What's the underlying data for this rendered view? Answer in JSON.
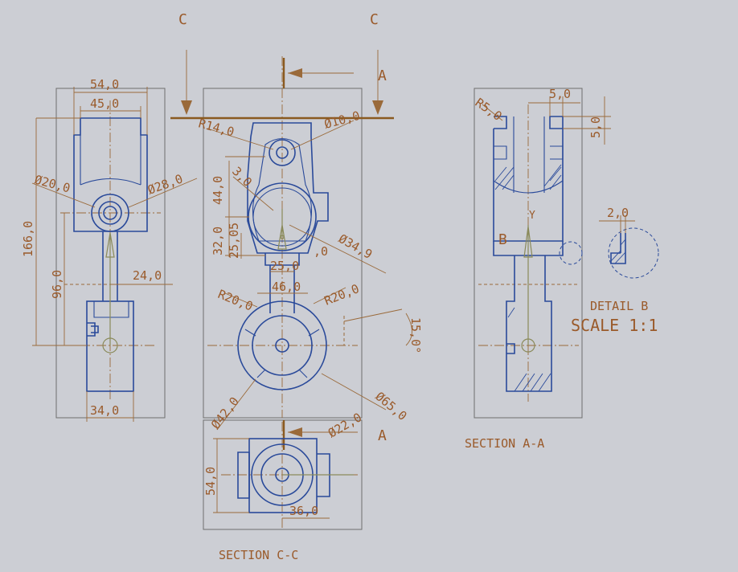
{
  "drawing": {
    "dims": {
      "d54": "54,0",
      "d45": "45,0",
      "d166": "166,0",
      "d96": "96,0",
      "dia20": "Ø20,0",
      "dia28": "Ø28,0",
      "d24": "24,0",
      "d34": "34,0",
      "r14": "R14,0",
      "dia10": "Ø10,0",
      "d44": "44,0",
      "d3": "3,0",
      "d32": "32,0",
      "d5": "5",
      "d25v": "25,0",
      "d25h": "25,0",
      "d0": ",0",
      "dia34": "Ø34,9",
      "d46": "46,0",
      "r20a": "R20,0",
      "r20b": "R20,0",
      "d15": "15,0°",
      "dia42": "Ø42,0",
      "dia22": "Ø22,0",
      "dia65": "Ø65,0",
      "d54b": "54,0",
      "d36": "36,0",
      "r5": "R5,0",
      "d5a": "5,0",
      "d5b": "5,0",
      "d2": "2,0"
    },
    "labels": {
      "c_left": "C",
      "c_right": "C",
      "a_top": "A",
      "a_bottom": "A",
      "b": "B",
      "y": "Y",
      "section_aa": "SECTION A-A",
      "section_cc": "SECTION C-C",
      "detail_b": "DETAIL B",
      "scale": "SCALE 1:1"
    }
  }
}
